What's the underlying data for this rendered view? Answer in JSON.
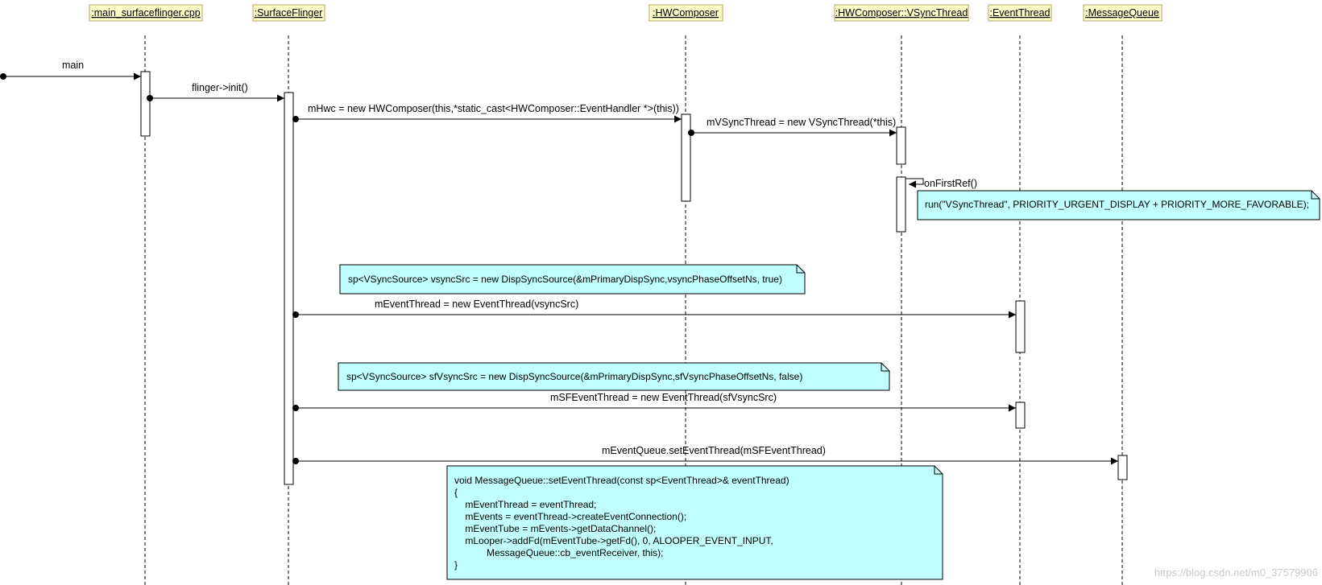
{
  "participants": [
    {
      "id": "main",
      "label": ":main_surfaceflinger.cpp"
    },
    {
      "id": "sf",
      "label": ":SurfaceFlinger"
    },
    {
      "id": "hwc",
      "label": ":HWComposer"
    },
    {
      "id": "vst",
      "label": ":HWComposer::VSyncThread"
    },
    {
      "id": "et",
      "label": ":EventThread"
    },
    {
      "id": "mq",
      "label": ":MessageQueue"
    }
  ],
  "messages": [
    {
      "id": "m1",
      "label": "main"
    },
    {
      "id": "m2",
      "label": "flinger->init()"
    },
    {
      "id": "m3",
      "label": "mHwc = new HWComposer(this,*static_cast<HWComposer::EventHandler *>(this))"
    },
    {
      "id": "m4",
      "label": "mVSyncThread = new VSyncThread(*this)"
    },
    {
      "id": "m5",
      "label": "onFirstRef()"
    },
    {
      "id": "m6",
      "label": "mEventThread = new EventThread(vsyncSrc)"
    },
    {
      "id": "m7",
      "label": "mSFEventThread = new EventThread(sfVsyncSrc)"
    },
    {
      "id": "m8",
      "label": "mEventQueue.setEventThread(mSFEventThread)"
    }
  ],
  "notes": [
    {
      "id": "n1",
      "lines": [
        "run(\"VSyncThread\", PRIORITY_URGENT_DISPLAY + PRIORITY_MORE_FAVORABLE);"
      ]
    },
    {
      "id": "n2",
      "lines": [
        "sp<VSyncSource> vsyncSrc = new DispSyncSource(&mPrimaryDispSync,vsyncPhaseOffsetNs, true)"
      ]
    },
    {
      "id": "n3",
      "lines": [
        "sp<VSyncSource> sfVsyncSrc = new DispSyncSource(&mPrimaryDispSync,sfVsyncPhaseOffsetNs, false)"
      ]
    },
    {
      "id": "n4",
      "lines": [
        "void MessageQueue::setEventThread(const sp<EventThread>& eventThread)",
        "{",
        "    mEventThread = eventThread;",
        "    mEvents = eventThread->createEventConnection();",
        "    mEventTube = mEvents->getDataChannel();",
        "    mLooper->addFd(mEventTube->getFd(), 0, ALOOPER_EVENT_INPUT,",
        "            MessageQueue::cb_eventReceiver, this);",
        "}"
      ]
    }
  ],
  "watermark": "https://blog.csdn.net/m0_37579906",
  "colors": {
    "participant_fill": "#ffffcc",
    "participant_border": "#b5a06a",
    "note_fill": "#c1ffff",
    "note_border": "#000000",
    "line": "#000000"
  }
}
